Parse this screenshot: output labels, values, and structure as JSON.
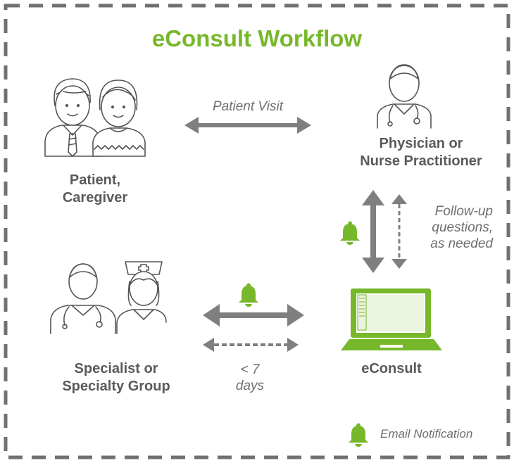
{
  "title": "eConsult Workflow",
  "nodes": {
    "patient": [
      "Patient,",
      "Caregiver"
    ],
    "physician": [
      "Physician or",
      "Nurse Practitioner"
    ],
    "specialist": [
      "Specialist or",
      "Specialty Group"
    ],
    "econsult": "eConsult"
  },
  "edges": {
    "patient_visit": "Patient Visit",
    "follow_up": [
      "Follow-up",
      "questions,",
      "as needed"
    ],
    "turnaround": [
      "< 7",
      "days"
    ]
  },
  "legend": {
    "email_notification": "Email Notification"
  },
  "colors": {
    "accent": "#76b82a",
    "arrow": "#7f7f7f",
    "border": "#707070",
    "icon": "#555555"
  }
}
